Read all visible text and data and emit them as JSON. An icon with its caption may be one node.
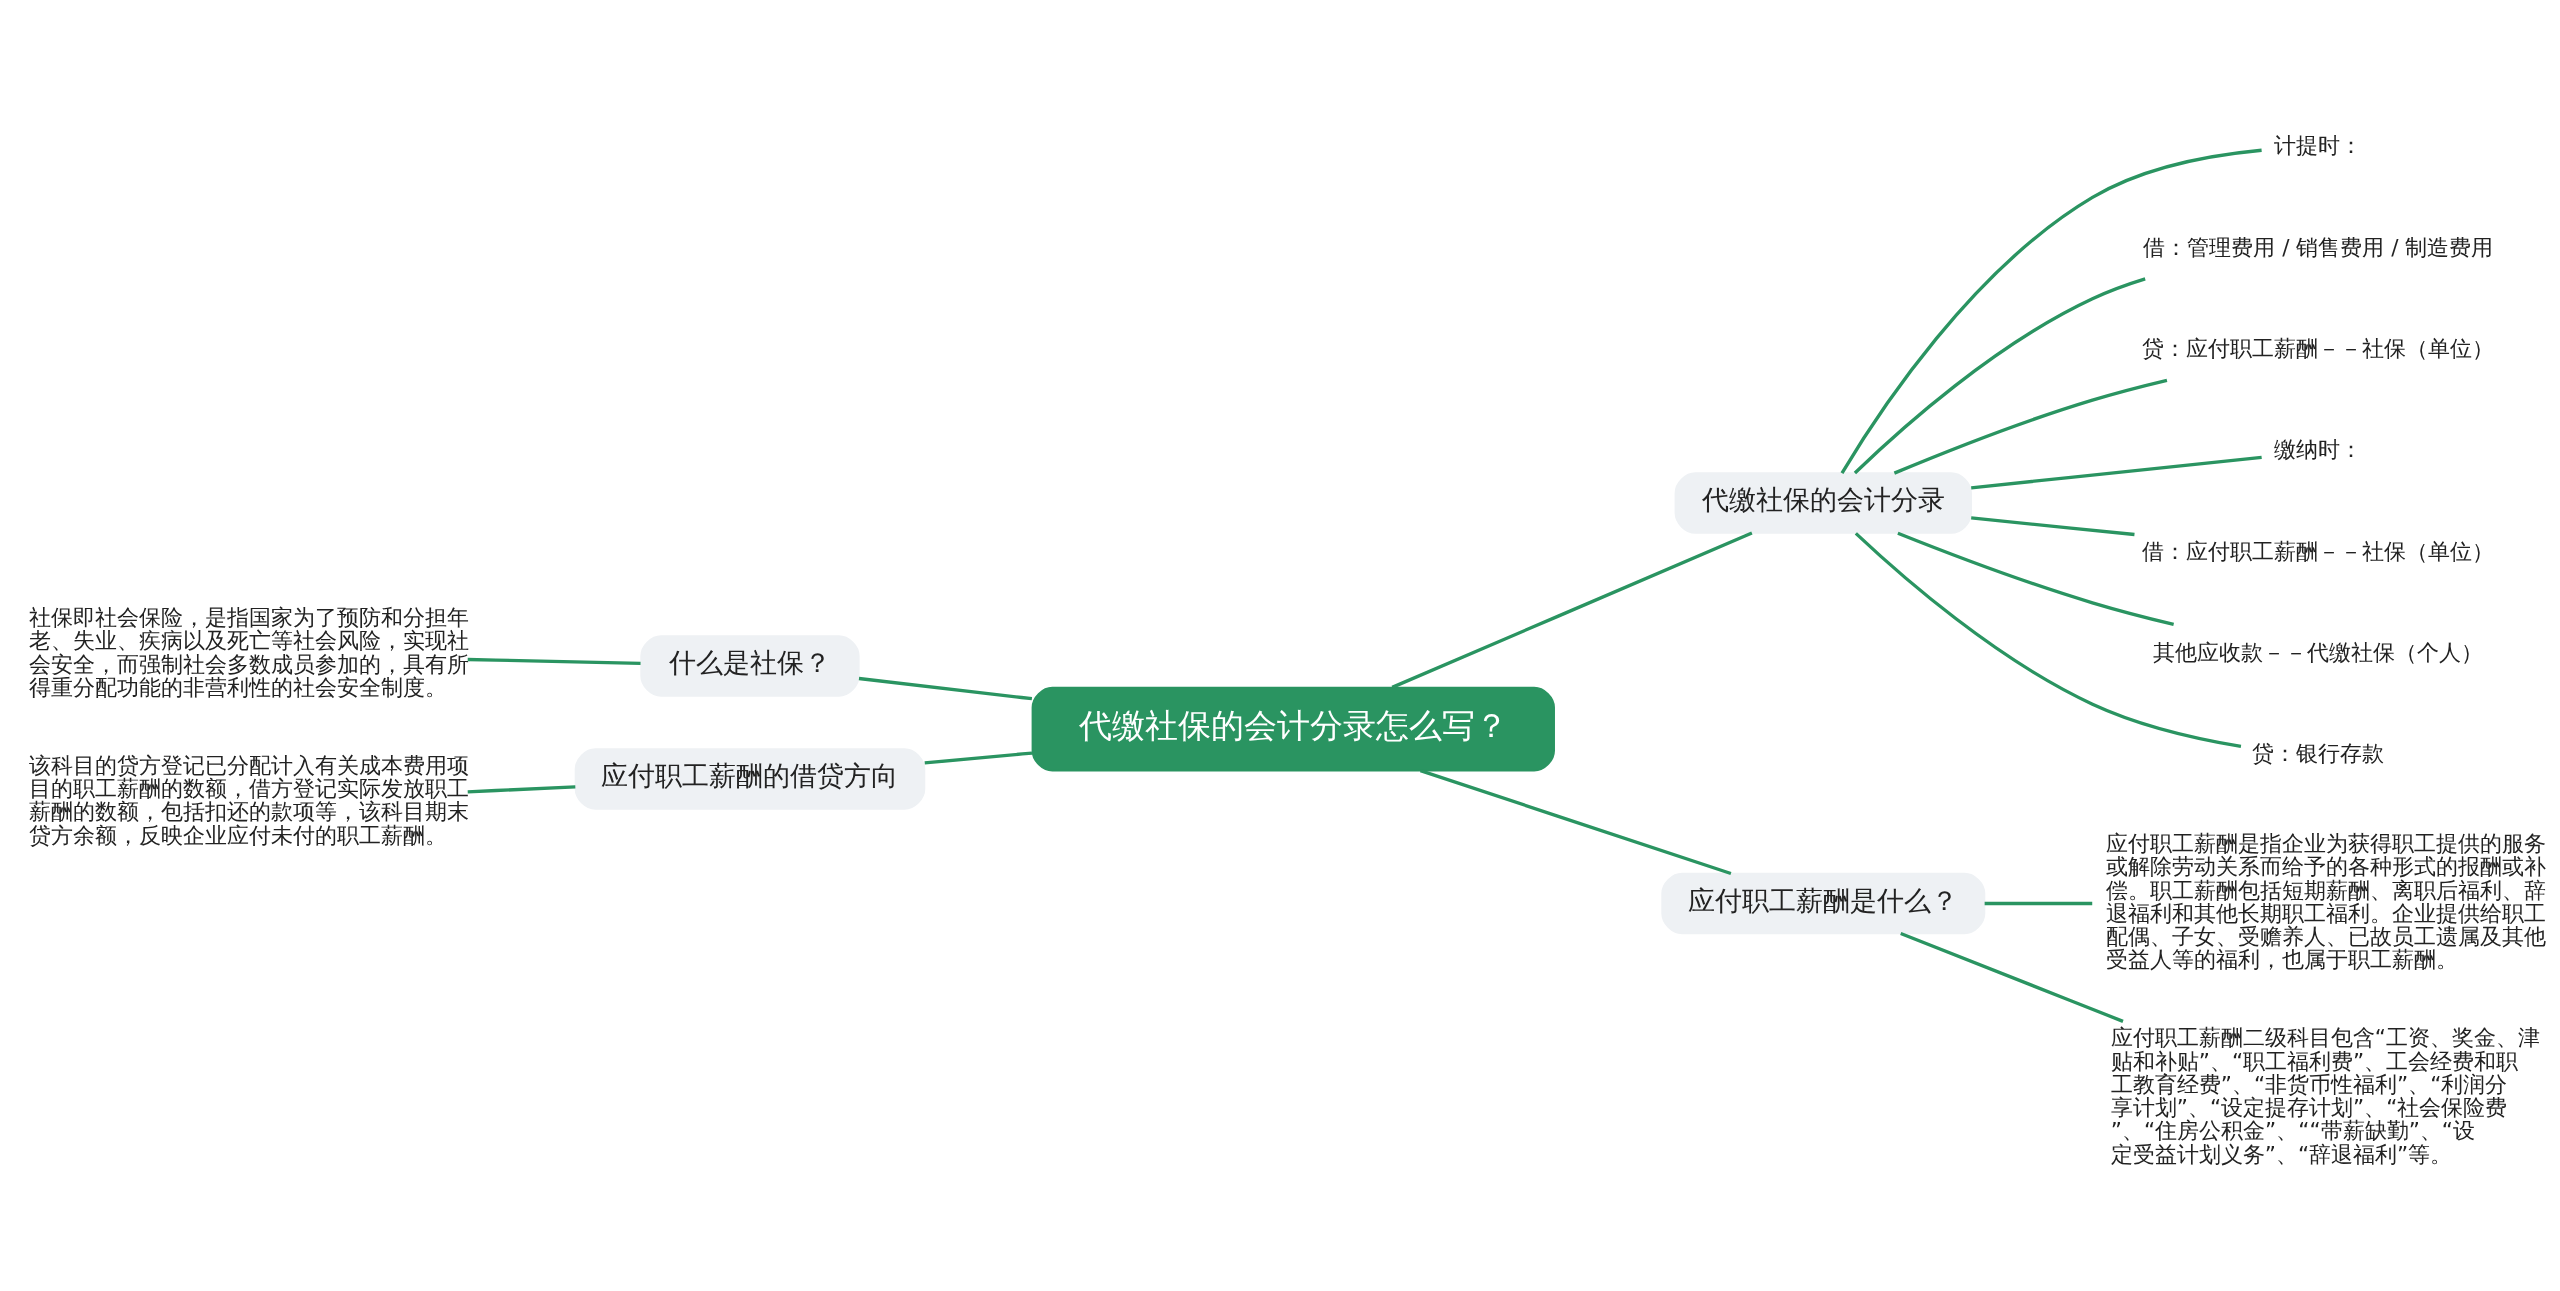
{
  "diagram": {
    "nodes": [
      {
        "text": [
          "代缴社保的会计分录怎么写？"
        ]
      },
      {
        "text": [
          "代缴社保的会计分录"
        ]
      },
      {
        "text": [
          "计提时："
        ]
      },
      {
        "text": [
          "借：管理费用 / 销售费用 / 制造费用"
        ]
      },
      {
        "text": [
          "贷：应付职工薪酬－－社保（单位）"
        ]
      },
      {
        "text": [
          "缴纳时："
        ]
      },
      {
        "text": [
          "借：应付职工薪酬－－社保（单位）"
        ]
      },
      {
        "text": [
          "其他应收款－－代缴社保（个人）"
        ]
      },
      {
        "text": [
          "贷：银行存款"
        ]
      },
      {
        "text": [
          "应付职工薪酬是什么？"
        ]
      },
      {
        "text": [
          "应付职工薪酬是指企业为获得职工提供的服务或解除劳动关系而给予的各种形式的报酬或补偿。职工薪酬包括短期薪酬、离职后福利、辞退福利和其他长期职工福利。企业提供给职工配偶、子女、受赡养人、已故员工遗属及其他受益人等的福利，也属于职工薪酬。"
        ]
      },
      {
        "text": [
          "应付职工薪酬二级科目包含“工资、奖金、津贴和补贴”、“职工福利费”、工会经费和职工教育经费”、“非货币性福利”、“利润分享计划”、“设定提存计划”、“社会保险费”、“住房公积金”、““带薪缺勤”、“设定受益计划义务”、“辞退福利”等。"
        ]
      },
      {
        "text": [
          "什么是社保？"
        ]
      },
      {
        "text": [
          "社保即社会保险，是指国家为了预防和分担年老、失业、疾病以及死亡等社会风险，实现社会安全，而强制社会多数成员参加的，具有所得重分配功能的非营利性的社会安全制度。"
        ]
      },
      {
        "text": [
          "应付职工薪酬的借贷方向"
        ]
      },
      {
        "text": [
          "该科目的贷方登记已分配计入有关成本费用项目的职工薪酬的数额，借方登记实际发放职工薪酬的数额，包括扣还的款项等，该科目期末贷方余额，反映企业应付未付的职工薪酬。"
        ]
      }
    ],
    "edges": [
      {
        "from": 0,
        "to": 1,
        "arrow": "none"
      },
      {
        "from": 1,
        "to": 2,
        "arrow": "none"
      },
      {
        "from": 1,
        "to": 3,
        "arrow": "none"
      },
      {
        "from": 1,
        "to": 4,
        "arrow": "none"
      },
      {
        "from": 1,
        "to": 5,
        "arrow": "none"
      },
      {
        "from": 1,
        "to": 6,
        "arrow": "none"
      },
      {
        "from": 1,
        "to": 7,
        "arrow": "none"
      },
      {
        "from": 1,
        "to": 8,
        "arrow": "none"
      },
      {
        "from": 0,
        "to": 9,
        "arrow": "none"
      },
      {
        "from": 9,
        "to": 10,
        "arrow": "none"
      },
      {
        "from": 9,
        "to": 11,
        "arrow": "none"
      },
      {
        "from": 0,
        "to": 12,
        "arrow": "none"
      },
      {
        "from": 12,
        "to": 13,
        "arrow": "none"
      },
      {
        "from": 0,
        "to": 14,
        "arrow": "none"
      },
      {
        "from": 14,
        "to": 15,
        "arrow": "none"
      }
    ]
  }
}
